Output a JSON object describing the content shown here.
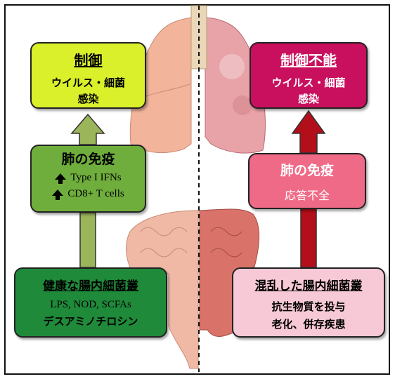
{
  "left": {
    "control": {
      "title": "制御",
      "line1": "ウイルス・細菌",
      "line2": "感染"
    },
    "lung_immunity": {
      "title": "肺の免疫",
      "item1": "Type I IFNs",
      "item2": "CD8+ T cells"
    },
    "gut": {
      "title": "健康な腸内細菌叢",
      "line1": "LPS, NOD, SCFAs",
      "line2": "デスアミノチロシン"
    }
  },
  "right": {
    "control": {
      "title": "制御不能",
      "line1": "ウイルス・細菌",
      "line2": "感染"
    },
    "lung_immunity": {
      "title": "肺の免疫",
      "line1": "応答不全"
    },
    "gut": {
      "title": "混乱した腸内細菌叢",
      "line1": "抗生物質を投与",
      "line2": "老化、併存疾患"
    }
  },
  "colors": {
    "left_top_box": "#d9f02a",
    "left_mid_box": "#6fae3c",
    "left_bottom_box": "#1f8a3a",
    "left_arrow": "#9ab55a",
    "right_top_box": "#c8105e",
    "right_mid_box": "#ef6a86",
    "right_bottom_box": "#f7c9d6",
    "right_arrow": "#b30f1a"
  }
}
